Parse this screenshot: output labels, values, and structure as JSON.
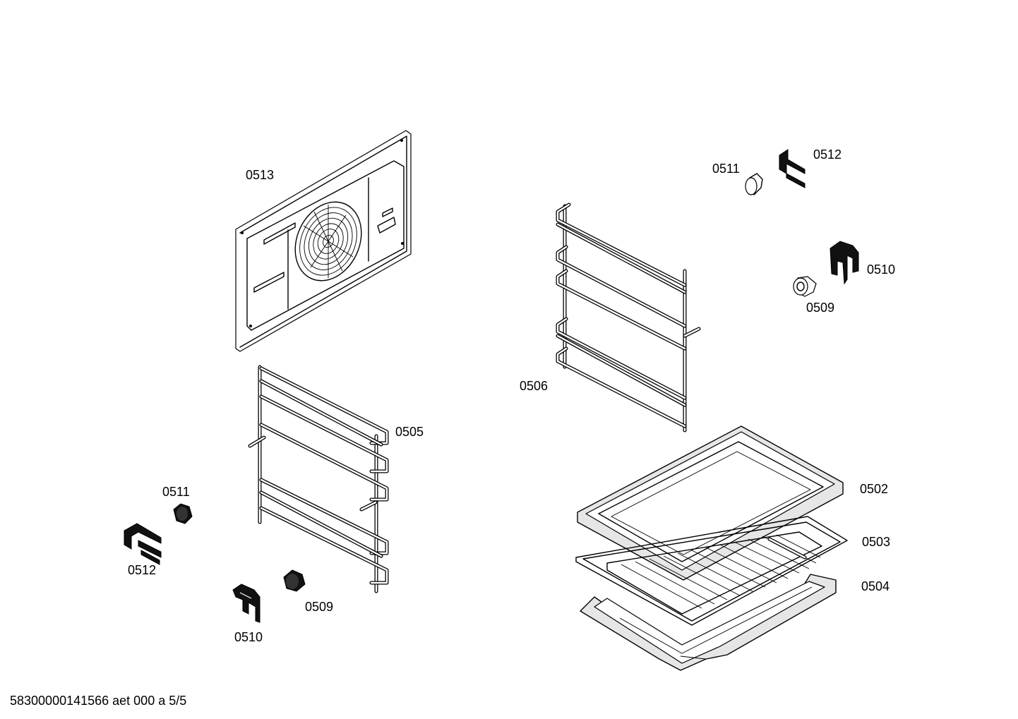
{
  "labels": {
    "p0513": "0513",
    "p0505": "0505",
    "p0506": "0506",
    "p0511_left": "0511",
    "p0512_left": "0512",
    "p0509_left": "0509",
    "p0510_left": "0510",
    "p0511_right": "0511",
    "p0512_right": "0512",
    "p0510_right": "0510",
    "p0509_right": "0509",
    "p0502": "0502",
    "p0503": "0503",
    "p0504": "0504"
  },
  "footer": "58300000141566 aet 000 a 5/5"
}
